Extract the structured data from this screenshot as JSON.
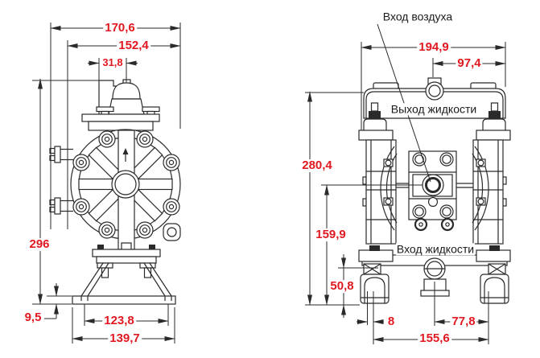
{
  "colors": {
    "dimension": "#e11820",
    "line": "#2a2a2a",
    "label": "#1a1a1a"
  },
  "views": {
    "side_view": {
      "dims": {
        "overall_width": "170,6",
        "body_width": "152,4",
        "air_valve_offset": "31,8",
        "overall_height": "296",
        "base_plate_thickness": "9,5",
        "mount_slot_spacing": "123,8",
        "base_width": "139,7"
      }
    },
    "front_view": {
      "labels": {
        "air_inlet": "Вход воздуха",
        "liquid_outlet": "Выход жидкости",
        "liquid_inlet": "Вход жидкости"
      },
      "dims": {
        "overall_width": "194,9",
        "center_to_edge": "97,4",
        "overall_height": "280,4",
        "air_inlet_height": "159,9",
        "liquid_inlet_height": "50,8",
        "foot_slot_width": "8",
        "center_to_foot": "77,8",
        "foot_spacing": "155,6"
      }
    }
  }
}
